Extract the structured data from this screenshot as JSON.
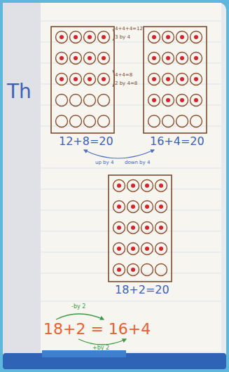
{
  "diagram": {
    "labels": [
      "Th",
      "4+4+4=12",
      "3 by 4",
      "4+4=8",
      "2 by 4=8",
      "12+8=20",
      "16+4=20",
      "up by 4",
      "down by 4",
      "18+2=20",
      "-by 2",
      "18+2 = 16+4",
      "+by 2"
    ]
  }
}
